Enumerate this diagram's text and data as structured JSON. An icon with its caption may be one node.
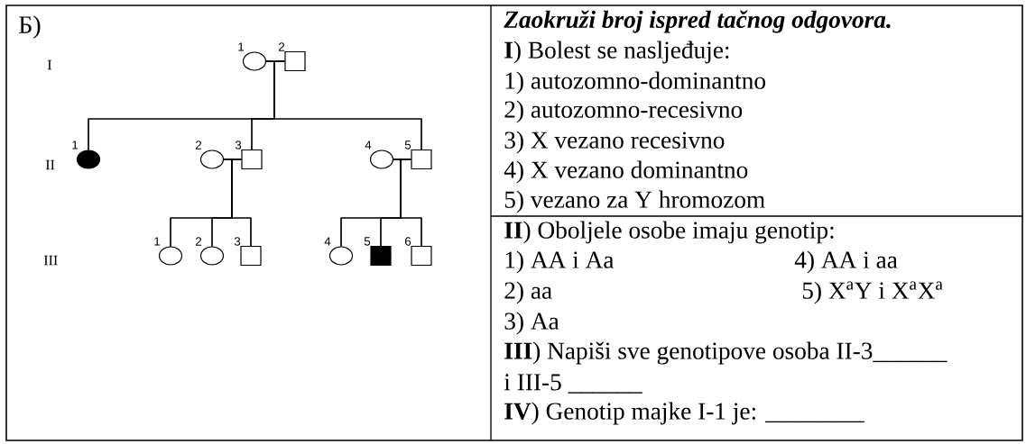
{
  "diagram": {
    "nodes": [
      {
        "text": [],
        "shape": "circle",
        "beside": [
          "1"
        ]
      },
      {
        "text": [],
        "shape": "box",
        "beside": [
          "2"
        ]
      },
      {
        "text": [],
        "shape": "disc",
        "beside": [
          "1"
        ]
      },
      {
        "text": [],
        "shape": "circle",
        "beside": [
          "2"
        ]
      },
      {
        "text": [],
        "shape": "box",
        "beside": [
          "3"
        ]
      },
      {
        "text": [],
        "shape": "circle",
        "beside": [
          "4"
        ]
      },
      {
        "text": [],
        "shape": "box",
        "beside": [
          "5"
        ]
      },
      {
        "text": [],
        "shape": "circle",
        "beside": [
          "1"
        ]
      },
      {
        "text": [],
        "shape": "circle",
        "beside": [
          "2"
        ]
      },
      {
        "text": [],
        "shape": "box",
        "beside": [
          "3"
        ]
      },
      {
        "text": [],
        "shape": "circle",
        "beside": [
          "4"
        ]
      },
      {
        "text": [],
        "shape": "block",
        "beside": [
          "5"
        ]
      },
      {
        "text": [],
        "shape": "box",
        "beside": [
          "6"
        ]
      }
    ],
    "edges": [
      {
        "from": 0,
        "to": 1,
        "arrow": "none"
      },
      {
        "from": 0,
        "to": 2,
        "arrow": "none"
      },
      {
        "from": 0,
        "to": 4,
        "arrow": "none"
      },
      {
        "from": 0,
        "to": 6,
        "arrow": "none"
      },
      {
        "from": 1,
        "to": 2,
        "arrow": "none"
      },
      {
        "from": 1,
        "to": 4,
        "arrow": "none"
      },
      {
        "from": 1,
        "to": 6,
        "arrow": "none"
      },
      {
        "from": 3,
        "to": 4,
        "arrow": "none"
      },
      {
        "from": 3,
        "to": 7,
        "arrow": "none"
      },
      {
        "from": 3,
        "to": 8,
        "arrow": "none"
      },
      {
        "from": 3,
        "to": 9,
        "arrow": "none"
      },
      {
        "from": 4,
        "to": 7,
        "arrow": "none"
      },
      {
        "from": 4,
        "to": 8,
        "arrow": "none"
      },
      {
        "from": 4,
        "to": 9,
        "arrow": "none"
      },
      {
        "from": 5,
        "to": 6,
        "arrow": "none"
      },
      {
        "from": 5,
        "to": 10,
        "arrow": "none"
      },
      {
        "from": 5,
        "to": 11,
        "arrow": "none"
      },
      {
        "from": 5,
        "to": 12,
        "arrow": "none"
      },
      {
        "from": 6,
        "to": 10,
        "arrow": "none"
      },
      {
        "from": 6,
        "to": 11,
        "arrow": "none"
      },
      {
        "from": 6,
        "to": 12,
        "arrow": "none"
      }
    ],
    "labels": [
      "Б)",
      "I",
      "II",
      "III",
      "Zaokruži broj ispred tačnog odgovora.",
      "**I**) Bolest se nasljeđuje:",
      "1) autozomno-dominantno",
      "2) autozomno-recesivno",
      "3) X vezano recesivno",
      "4) X vezano dominantno",
      "5) vezano za Y hromozom",
      "**II**) Oboljele osobe imaju genotip:",
      "1) AA i Aa",
      "4) AA i aa",
      "2) aa",
      "5) X$^{a}$Y i X$^{a}$X$^{a}$",
      "3) Aa",
      "**III**) Napiši sve genotipove osoba II-3______",
      "i III-5  ______",
      "**IV**) Genotip majke I-1 je: ________"
    ]
  }
}
